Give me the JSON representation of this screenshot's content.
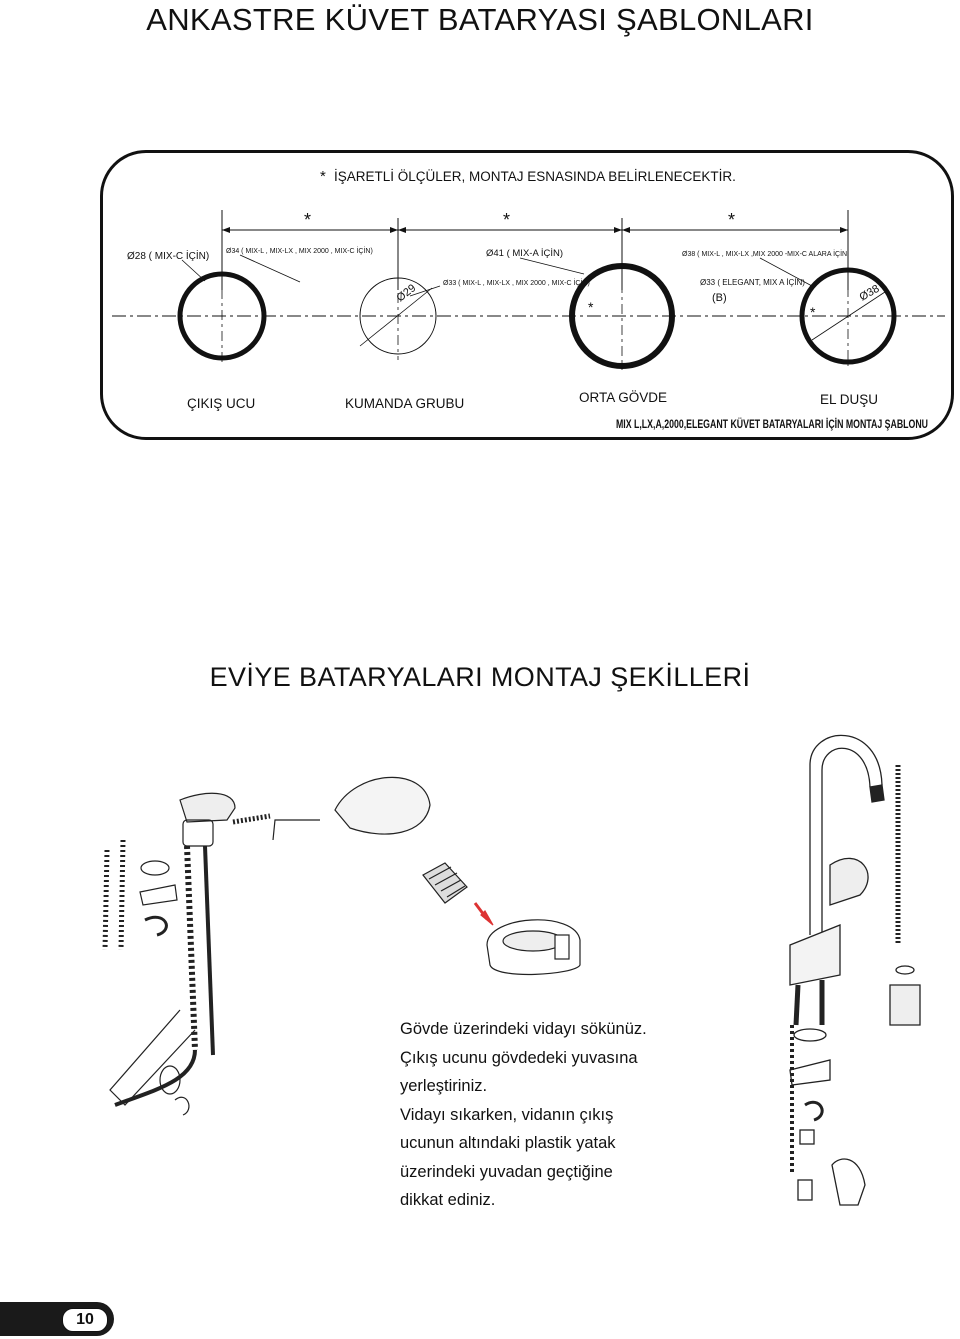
{
  "title": "ANKASTRE KÜVET BATARYASI ŞABLONLARI",
  "template": {
    "note": "İŞARETLİ  ÖLÇÜLER, MONTAJ ESNASINDA BELİRLENECEKTİR.",
    "star": "*",
    "dims": {
      "d28": "Ø28 ( MIX-C İÇİN)",
      "d34": "Ø34  ( MIX-L , MIX-LX , MIX 2000 , MIX-C İÇİN)",
      "d41": "Ø41  ( MIX-A İÇİN)",
      "d38": "Ø38  ( MIX-L , MIX-LX ,MIX 2000 -MIX-C ALARA İÇİN",
      "d33a": "Ø33  ( MIX-L , MIX-LX , MIX 2000 , MIX-C İÇİN)",
      "d33b": "Ø33  ( ELEGANT, MIX A İÇİN)",
      "b": "(B)",
      "ring29": "Ø29",
      "ring38": "Ø38"
    },
    "labels": {
      "cikis": "ÇIKIŞ UCU",
      "kumanda": "KUMANDA GRUBU",
      "orta": "ORTA GÖVDE",
      "el": "EL DUŞU"
    },
    "footer": "MIX L,LX,A,2000,ELEGANT KÜVET BATARYALARI İÇİN MONTAJ ŞABLONU"
  },
  "section_title": "EVİYE BATARYALARI MONTAJ ŞEKİLLERİ",
  "instructions": [
    "Gövde üzerindeki vidayı sökünüz.",
    "Çıkış ucunu gövdedeki yuvasına",
    "yerleştiriniz.",
    "Vidayı sıkarken, vidanın çıkış",
    "ucunun altındaki plastik yatak",
    "üzerindeki yuvadan geçtiğine",
    "dikkat ediniz."
  ],
  "page_number": "10"
}
